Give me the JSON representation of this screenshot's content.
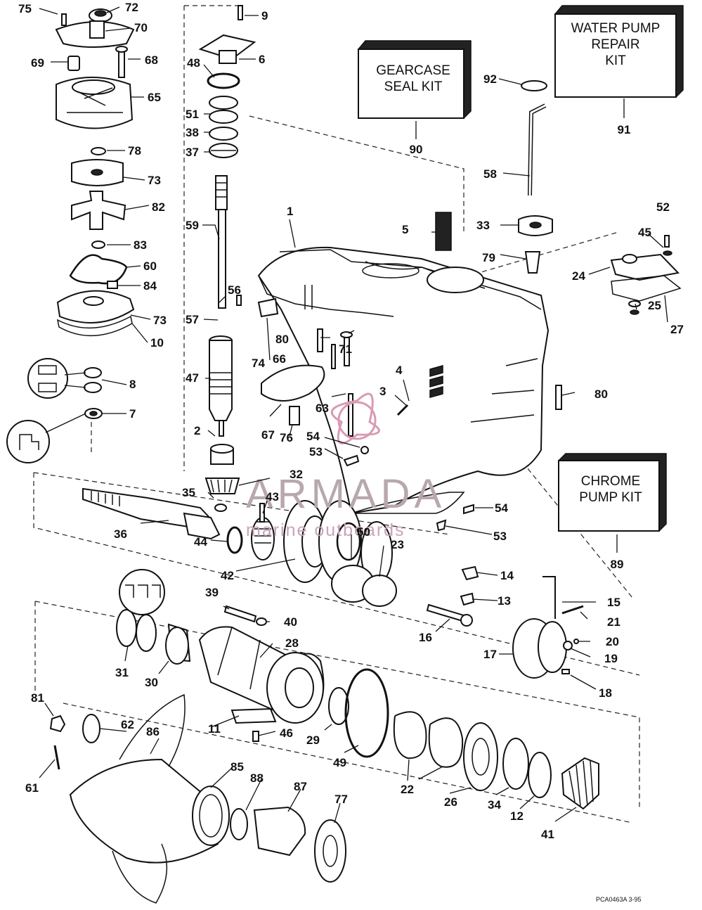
{
  "kits": {
    "water_pump_repair": [
      "WATER PUMP",
      "REPAIR",
      "KIT"
    ],
    "water_pump_repair_num": "91",
    "gearcase_seal": [
      "GEARCASE",
      "SEAL KIT"
    ],
    "gearcase_seal_num": "90",
    "chrome_pump": [
      "CHROME",
      "PUMP KIT"
    ],
    "chrome_pump_num": "89"
  },
  "watermark": {
    "brand": "ARMADA",
    "tagline": "marine outboards"
  },
  "drawing_code": "PCA0463A   3-95",
  "parts": {
    "p1": "1",
    "p2": "2",
    "p3": "3",
    "p4": "4",
    "p5": "5",
    "p6": "6",
    "p7": "7",
    "p8": "8",
    "p9": "9",
    "p10": "10",
    "p11": "11",
    "p12": "12",
    "p13": "13",
    "p14": "14",
    "p15": "15",
    "p16": "16",
    "p17": "17",
    "p18": "18",
    "p19": "19",
    "p20": "20",
    "p21": "21",
    "p22": "22",
    "p23": "23",
    "p24": "24",
    "p25": "25",
    "p26": "26",
    "p27": "27",
    "p28": "28",
    "p29": "29",
    "p30": "30",
    "p31": "31",
    "p32": "32",
    "p33": "33",
    "p34": "34",
    "p35": "35",
    "p36": "36",
    "p37": "37",
    "p38": "38",
    "p39": "39",
    "p40": "40",
    "p41": "41",
    "p42": "42",
    "p43": "43",
    "p44": "44",
    "p45": "45",
    "p46": "46",
    "p47": "47",
    "p48": "48",
    "p49": "49",
    "p50": "50",
    "p51": "51",
    "p52": "52",
    "p53a": "53",
    "p53b": "53",
    "p54a": "54",
    "p54b": "54",
    "p56": "56",
    "p57": "57",
    "p58": "58",
    "p59": "59",
    "p60": "60",
    "p61": "61",
    "p62": "62",
    "p63": "63",
    "p65": "65",
    "p66": "66",
    "p67": "67",
    "p68": "68",
    "p69": "69",
    "p70": "70",
    "p71": "71",
    "p72": "72",
    "p73a": "73",
    "p73b": "73",
    "p74": "74",
    "p75": "75",
    "p76": "76",
    "p77": "77",
    "p78": "78",
    "p79": "79",
    "p80a": "80",
    "p80b": "80",
    "p81": "81",
    "p82": "82",
    "p83": "83",
    "p84": "84",
    "p85": "85",
    "p86": "86",
    "p87": "87",
    "p88": "88",
    "p92": "92"
  }
}
